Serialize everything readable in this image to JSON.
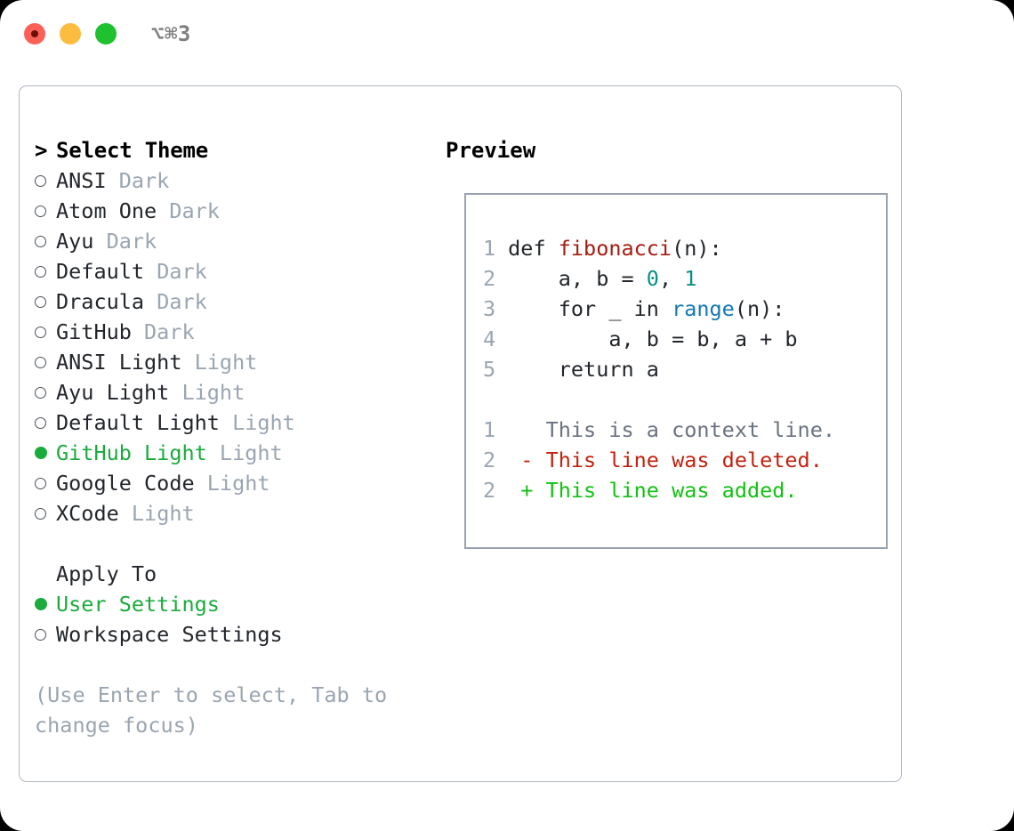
{
  "titlebar": {
    "shortcut": "⌥⌘3",
    "buttons": {
      "close": "close",
      "minimize": "minimize",
      "maximize": "maximize"
    }
  },
  "theme_picker": {
    "prompt": "> ",
    "heading": "Select Theme",
    "marker_unselected": "○",
    "marker_selected": "●",
    "items": [
      {
        "label": "ANSI",
        "suffix": "Dark",
        "selected": false
      },
      {
        "label": "Atom One",
        "suffix": "Dark",
        "selected": false
      },
      {
        "label": "Ayu",
        "suffix": "Dark",
        "selected": false
      },
      {
        "label": "Default",
        "suffix": "Dark",
        "selected": false
      },
      {
        "label": "Dracula",
        "suffix": "Dark",
        "selected": false
      },
      {
        "label": "GitHub",
        "suffix": "Dark",
        "selected": false
      },
      {
        "label": "ANSI Light",
        "suffix": "Light",
        "selected": false
      },
      {
        "label": "Ayu Light",
        "suffix": "Light",
        "selected": false
      },
      {
        "label": "Default Light",
        "suffix": "Light",
        "selected": false
      },
      {
        "label": "GitHub Light",
        "suffix": "Light",
        "selected": true
      },
      {
        "label": "Google Code",
        "suffix": "Light",
        "selected": false
      },
      {
        "label": "XCode",
        "suffix": "Light",
        "selected": false
      }
    ]
  },
  "apply_to": {
    "heading": "Apply To",
    "items": [
      {
        "label": "User Settings",
        "selected": true
      },
      {
        "label": "Workspace Settings",
        "selected": false
      }
    ]
  },
  "hint": "(Use Enter to select, Tab to change focus)",
  "preview": {
    "title": "Preview",
    "code": [
      {
        "num": "1",
        "segments": [
          {
            "text": "def ",
            "type": "plain"
          },
          {
            "text": "fibonacci",
            "type": "fn"
          },
          {
            "text": "(n):",
            "type": "plain"
          }
        ]
      },
      {
        "num": "2",
        "segments": [
          {
            "text": "    a, b = ",
            "type": "plain"
          },
          {
            "text": "0",
            "type": "num"
          },
          {
            "text": ", ",
            "type": "plain"
          },
          {
            "text": "1",
            "type": "num"
          }
        ]
      },
      {
        "num": "3",
        "segments": [
          {
            "text": "    for _ in ",
            "type": "plain"
          },
          {
            "text": "range",
            "type": "call"
          },
          {
            "text": "(n):",
            "type": "plain"
          }
        ]
      },
      {
        "num": "4",
        "segments": [
          {
            "text": "        a, b = b, a + b",
            "type": "plain"
          }
        ]
      },
      {
        "num": "5",
        "segments": [
          {
            "text": "    return a",
            "type": "plain"
          }
        ]
      }
    ],
    "diff": [
      {
        "num": "1",
        "marker": " ",
        "text": "This is a context line.",
        "kind": "context"
      },
      {
        "num": "2",
        "marker": "-",
        "text": "This line was deleted.",
        "kind": "deleted"
      },
      {
        "num": "2",
        "marker": "+",
        "text": "This line was added.",
        "kind": "added"
      }
    ]
  },
  "colors": {
    "selection_green": "#1aab3c",
    "added_green": "#12c112",
    "deleted_red": "#c0220f",
    "function_red": "#a61b12",
    "number_teal": "#0a8f87",
    "call_blue": "#1477b5",
    "muted_gray": "#9aa5b1",
    "border": "#b0b8c4"
  }
}
